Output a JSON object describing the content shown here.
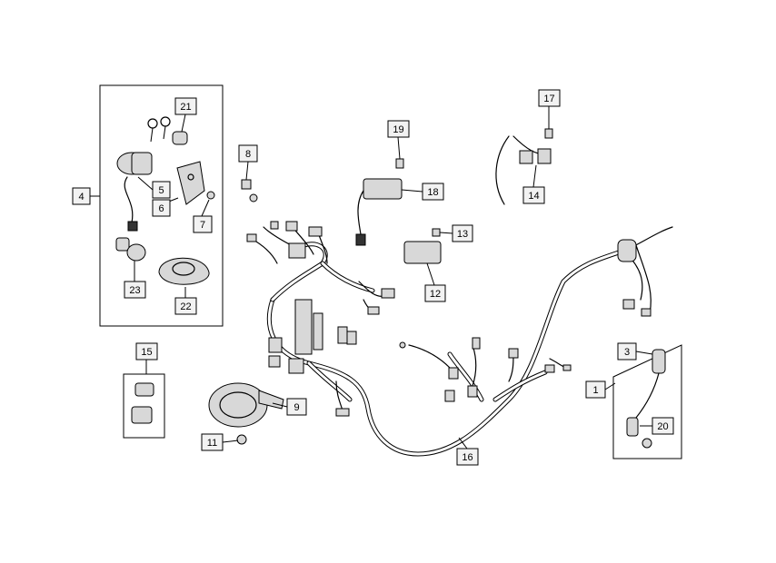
{
  "diagram": {
    "callouts": [
      {
        "id": "c1",
        "label": "1"
      },
      {
        "id": "c3",
        "label": "3"
      },
      {
        "id": "c4",
        "label": "4"
      },
      {
        "id": "c5",
        "label": "5"
      },
      {
        "id": "c6",
        "label": "6"
      },
      {
        "id": "c7",
        "label": "7"
      },
      {
        "id": "c8",
        "label": "8"
      },
      {
        "id": "c9",
        "label": "9"
      },
      {
        "id": "c11",
        "label": "11"
      },
      {
        "id": "c12",
        "label": "12"
      },
      {
        "id": "c13",
        "label": "13"
      },
      {
        "id": "c14",
        "label": "14"
      },
      {
        "id": "c15",
        "label": "15"
      },
      {
        "id": "c16",
        "label": "16"
      },
      {
        "id": "c17",
        "label": "17"
      },
      {
        "id": "c18",
        "label": "18"
      },
      {
        "id": "c19",
        "label": "19"
      },
      {
        "id": "c20",
        "label": "20"
      },
      {
        "id": "c21",
        "label": "21"
      },
      {
        "id": "c22",
        "label": "22"
      },
      {
        "id": "c23",
        "label": "23"
      }
    ]
  }
}
